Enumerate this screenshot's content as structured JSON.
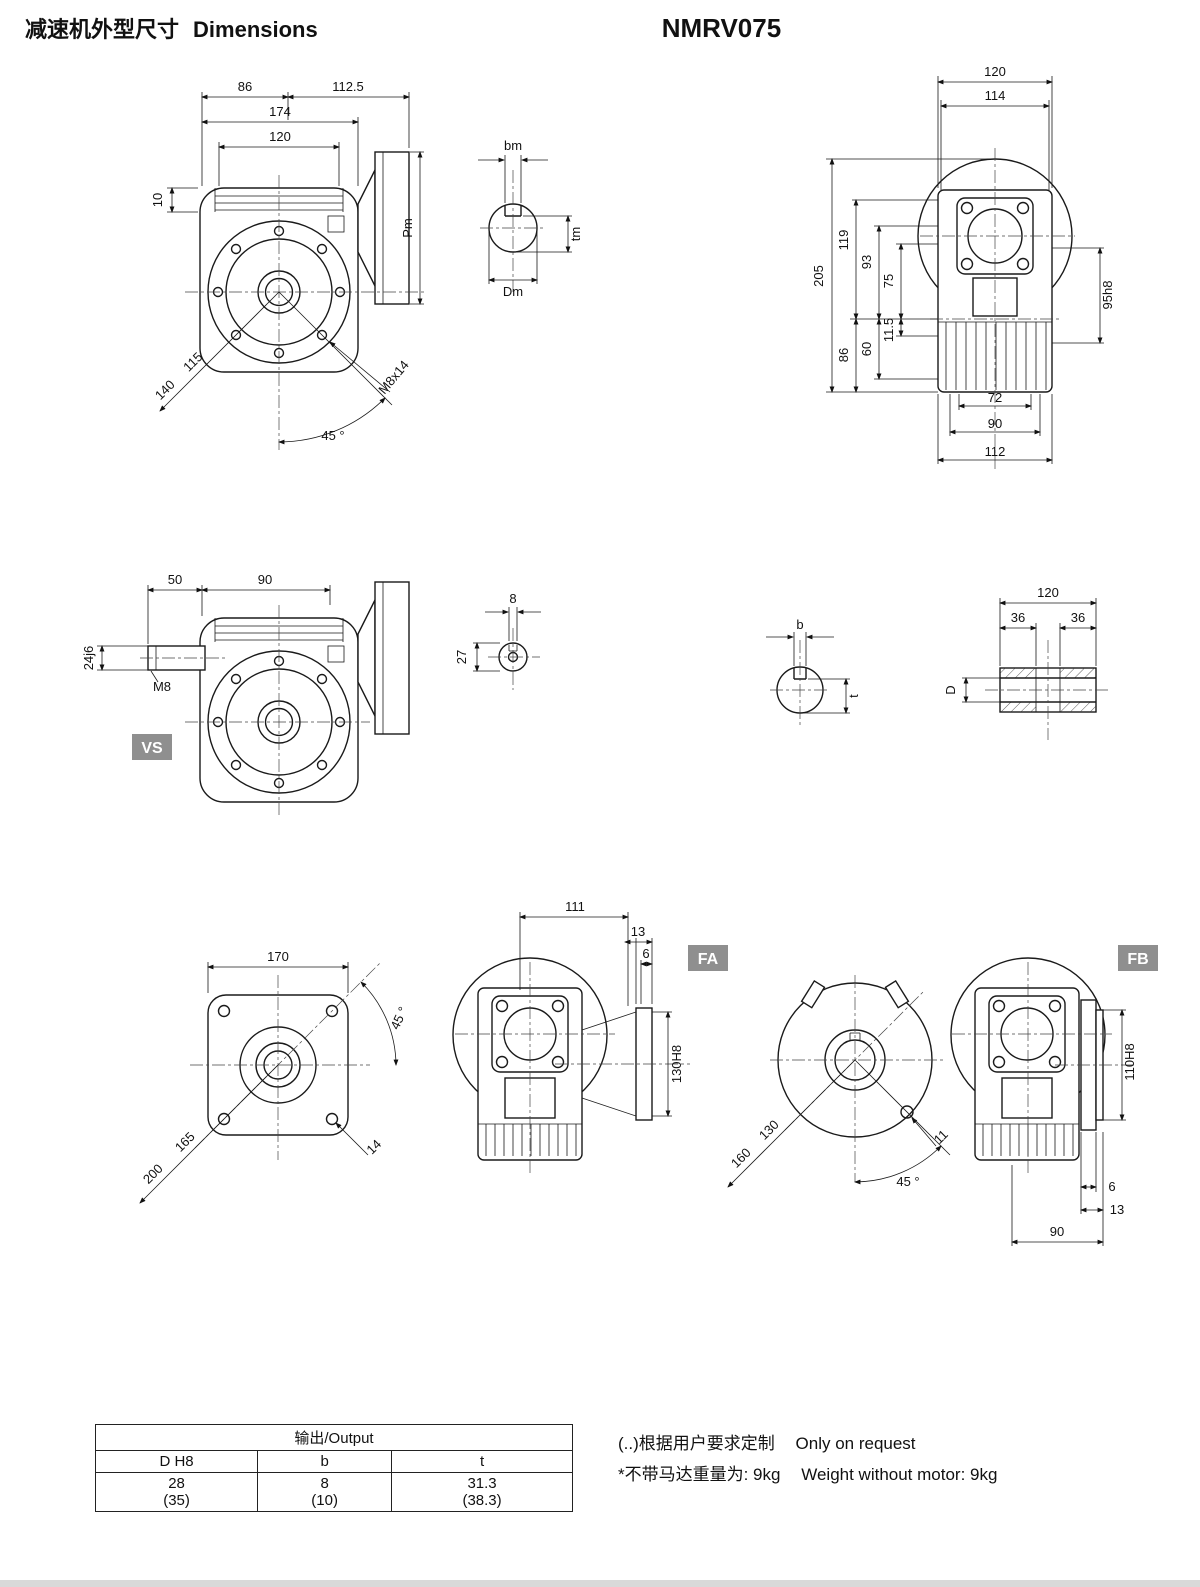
{
  "header": {
    "title_cn": "减速机外型尺寸",
    "title_en": "Dimensions",
    "model": "NMRV075"
  },
  "views": {
    "front": {
      "dims": [
        "86",
        "112.5",
        "174",
        "120",
        "10",
        "Pm",
        "115",
        "140",
        "M8x14",
        "45 °"
      ]
    },
    "shaft_section": {
      "dims": [
        "bm",
        "tm",
        "Dm"
      ]
    },
    "side": {
      "dims": [
        "120",
        "114",
        "205",
        "119",
        "93",
        "75",
        "86",
        "60",
        "11.5",
        "95h8",
        "72",
        "90",
        "112"
      ]
    },
    "vs": {
      "label": "VS",
      "dims": [
        "50",
        "90",
        "24j6",
        "M8"
      ]
    },
    "small_section": {
      "dims": [
        "8",
        "27"
      ]
    },
    "keyway": {
      "dims": [
        "b",
        "t"
      ]
    },
    "hollow_shaft": {
      "dims": [
        "120",
        "36",
        "36",
        "D"
      ]
    },
    "output_flange": {
      "dims": [
        "170",
        "45 °",
        "165",
        "200",
        "14"
      ]
    },
    "fa": {
      "label": "FA",
      "dims": [
        "111",
        "13",
        "6",
        "130H8"
      ]
    },
    "flange_circle": {
      "dims": [
        "130",
        "160",
        "11",
        "45 °"
      ]
    },
    "fb": {
      "label": "FB",
      "dims": [
        "110H8",
        "6",
        "13",
        "90"
      ]
    }
  },
  "table": {
    "title": "输出/Output",
    "columns": [
      "D  H8",
      "b",
      "t"
    ],
    "rows": [
      [
        "28",
        "8",
        "31.3"
      ],
      [
        "(35)",
        "(10)",
        "(38.3)"
      ]
    ]
  },
  "notes": {
    "note1_cn": "(..)根据用户要求定制",
    "note1_en": "Only on request",
    "note2_cn": "*不带马达重量为: 9kg",
    "note2_en": "Weight without motor: 9kg"
  }
}
